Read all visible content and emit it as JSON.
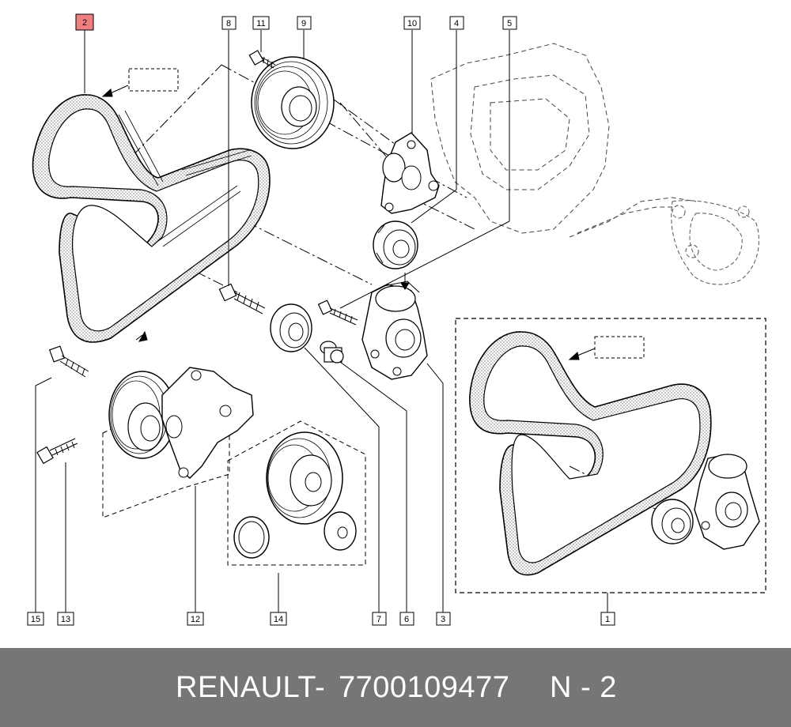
{
  "callouts": {
    "c1": "1",
    "c2": "2",
    "c3": "3",
    "c4": "4",
    "c5": "5",
    "c6": "6",
    "c7": "7",
    "c8": "8",
    "c9": "9",
    "c10": "10",
    "c11": "11",
    "c12": "12",
    "c13": "13",
    "c14": "14",
    "c15": "15"
  },
  "highlight_color": "#f08080",
  "footer": {
    "brand": "RENAULT",
    "separator": "-",
    "part_number": "7700109477",
    "page_ref": "N - 2"
  }
}
